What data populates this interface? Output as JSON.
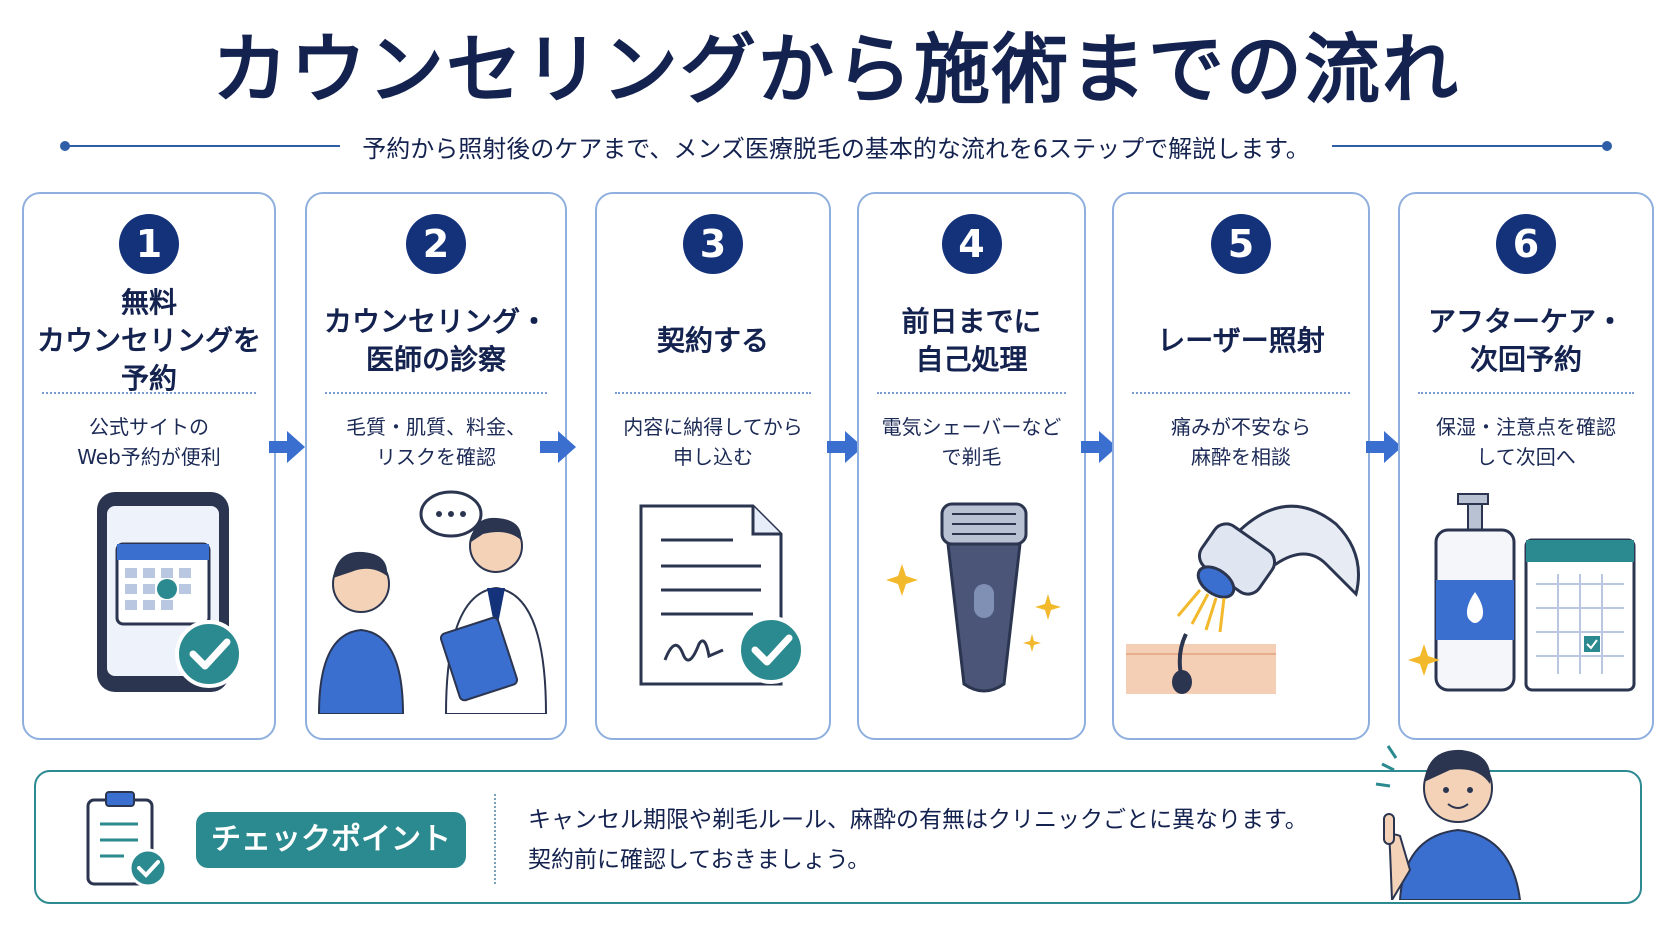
{
  "header": {
    "title": "カウンセリングから施術までの流れ",
    "subtitle": "予約から照射後のケアまで、メンズ医療脱毛の基本的な流れを6ステップで解説します。"
  },
  "steps": [
    {
      "number": "1",
      "title": "無料\nカウンセリングを\n予約",
      "description": "公式サイトの\nWeb予約が便利",
      "icon": "smartphone-calendar-icon"
    },
    {
      "number": "2",
      "title": "カウンセリング・\n医師の診察",
      "description": "毛質・肌質、料金、\nリスクを確認",
      "icon": "doctor-consultation-icon"
    },
    {
      "number": "3",
      "title": "契約する",
      "description": "内容に納得してから\n申し込む",
      "icon": "signed-contract-icon"
    },
    {
      "number": "4",
      "title": "前日までに\n自己処理",
      "description": "電気シェーバーなど\nで剃毛",
      "icon": "electric-shaver-icon"
    },
    {
      "number": "5",
      "title": "レーザー照射",
      "description": "痛みが不安なら\n麻酔を相談",
      "icon": "laser-device-icon"
    },
    {
      "number": "6",
      "title": "アフターケア・\n次回予約",
      "description": "保湿・注意点を確認\nして次回へ",
      "icon": "lotion-calendar-icon"
    }
  ],
  "checkpoint": {
    "label": "チェックポイント",
    "text": "キャンセル期限や剃毛ルール、麻酔の有無はクリニックごとに異なります。\n契約前に確認しておきましょう。"
  },
  "colors": {
    "navy": "#14327a",
    "accent_blue": "#3a6fd0",
    "teal": "#2b8a8f",
    "card_border": "#8fb0de"
  }
}
